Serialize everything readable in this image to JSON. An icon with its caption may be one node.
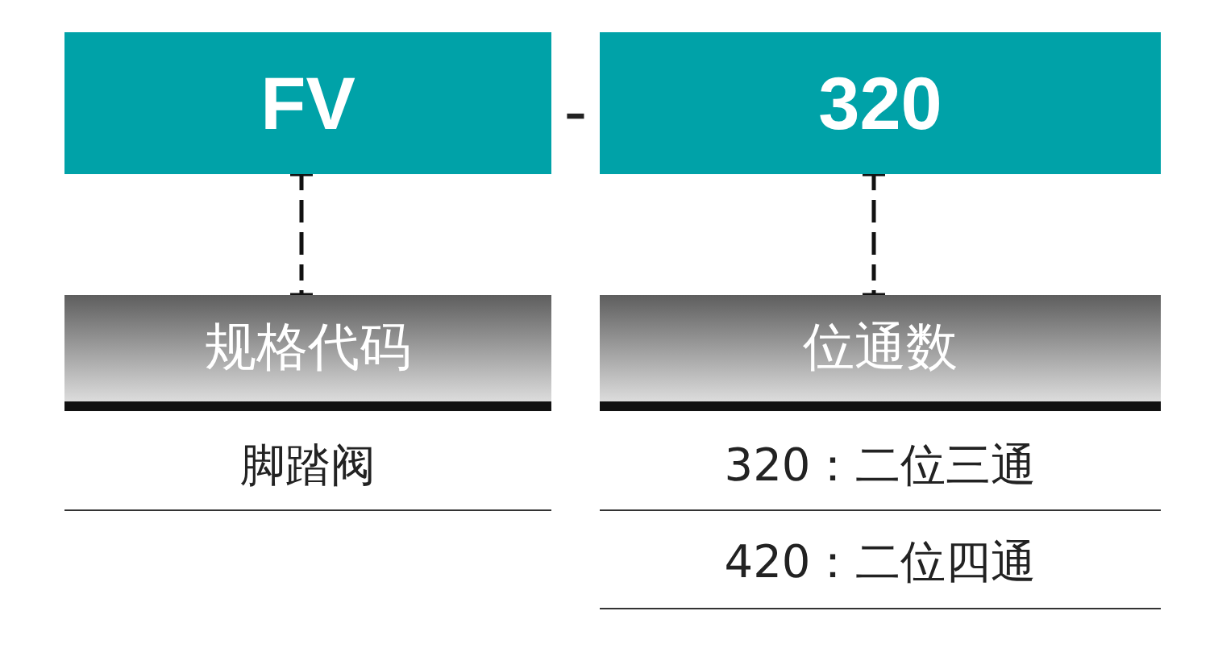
{
  "diagram": {
    "nodes": [
      {
        "text": [
          "FV"
        ]
      },
      {
        "text": [
          "320"
        ]
      },
      {
        "text": [
          "规格代码"
        ]
      },
      {
        "text": [
          "位通数"
        ]
      }
    ],
    "edges": [
      {
        "from": 0,
        "to": 2,
        "arrow": "other",
        "style": "dashed"
      },
      {
        "from": 1,
        "to": 3,
        "arrow": "other",
        "style": "dashed"
      }
    ],
    "labels": [
      "-",
      "脚踏阀",
      "320：二位三通",
      "420：二位四通"
    ]
  }
}
